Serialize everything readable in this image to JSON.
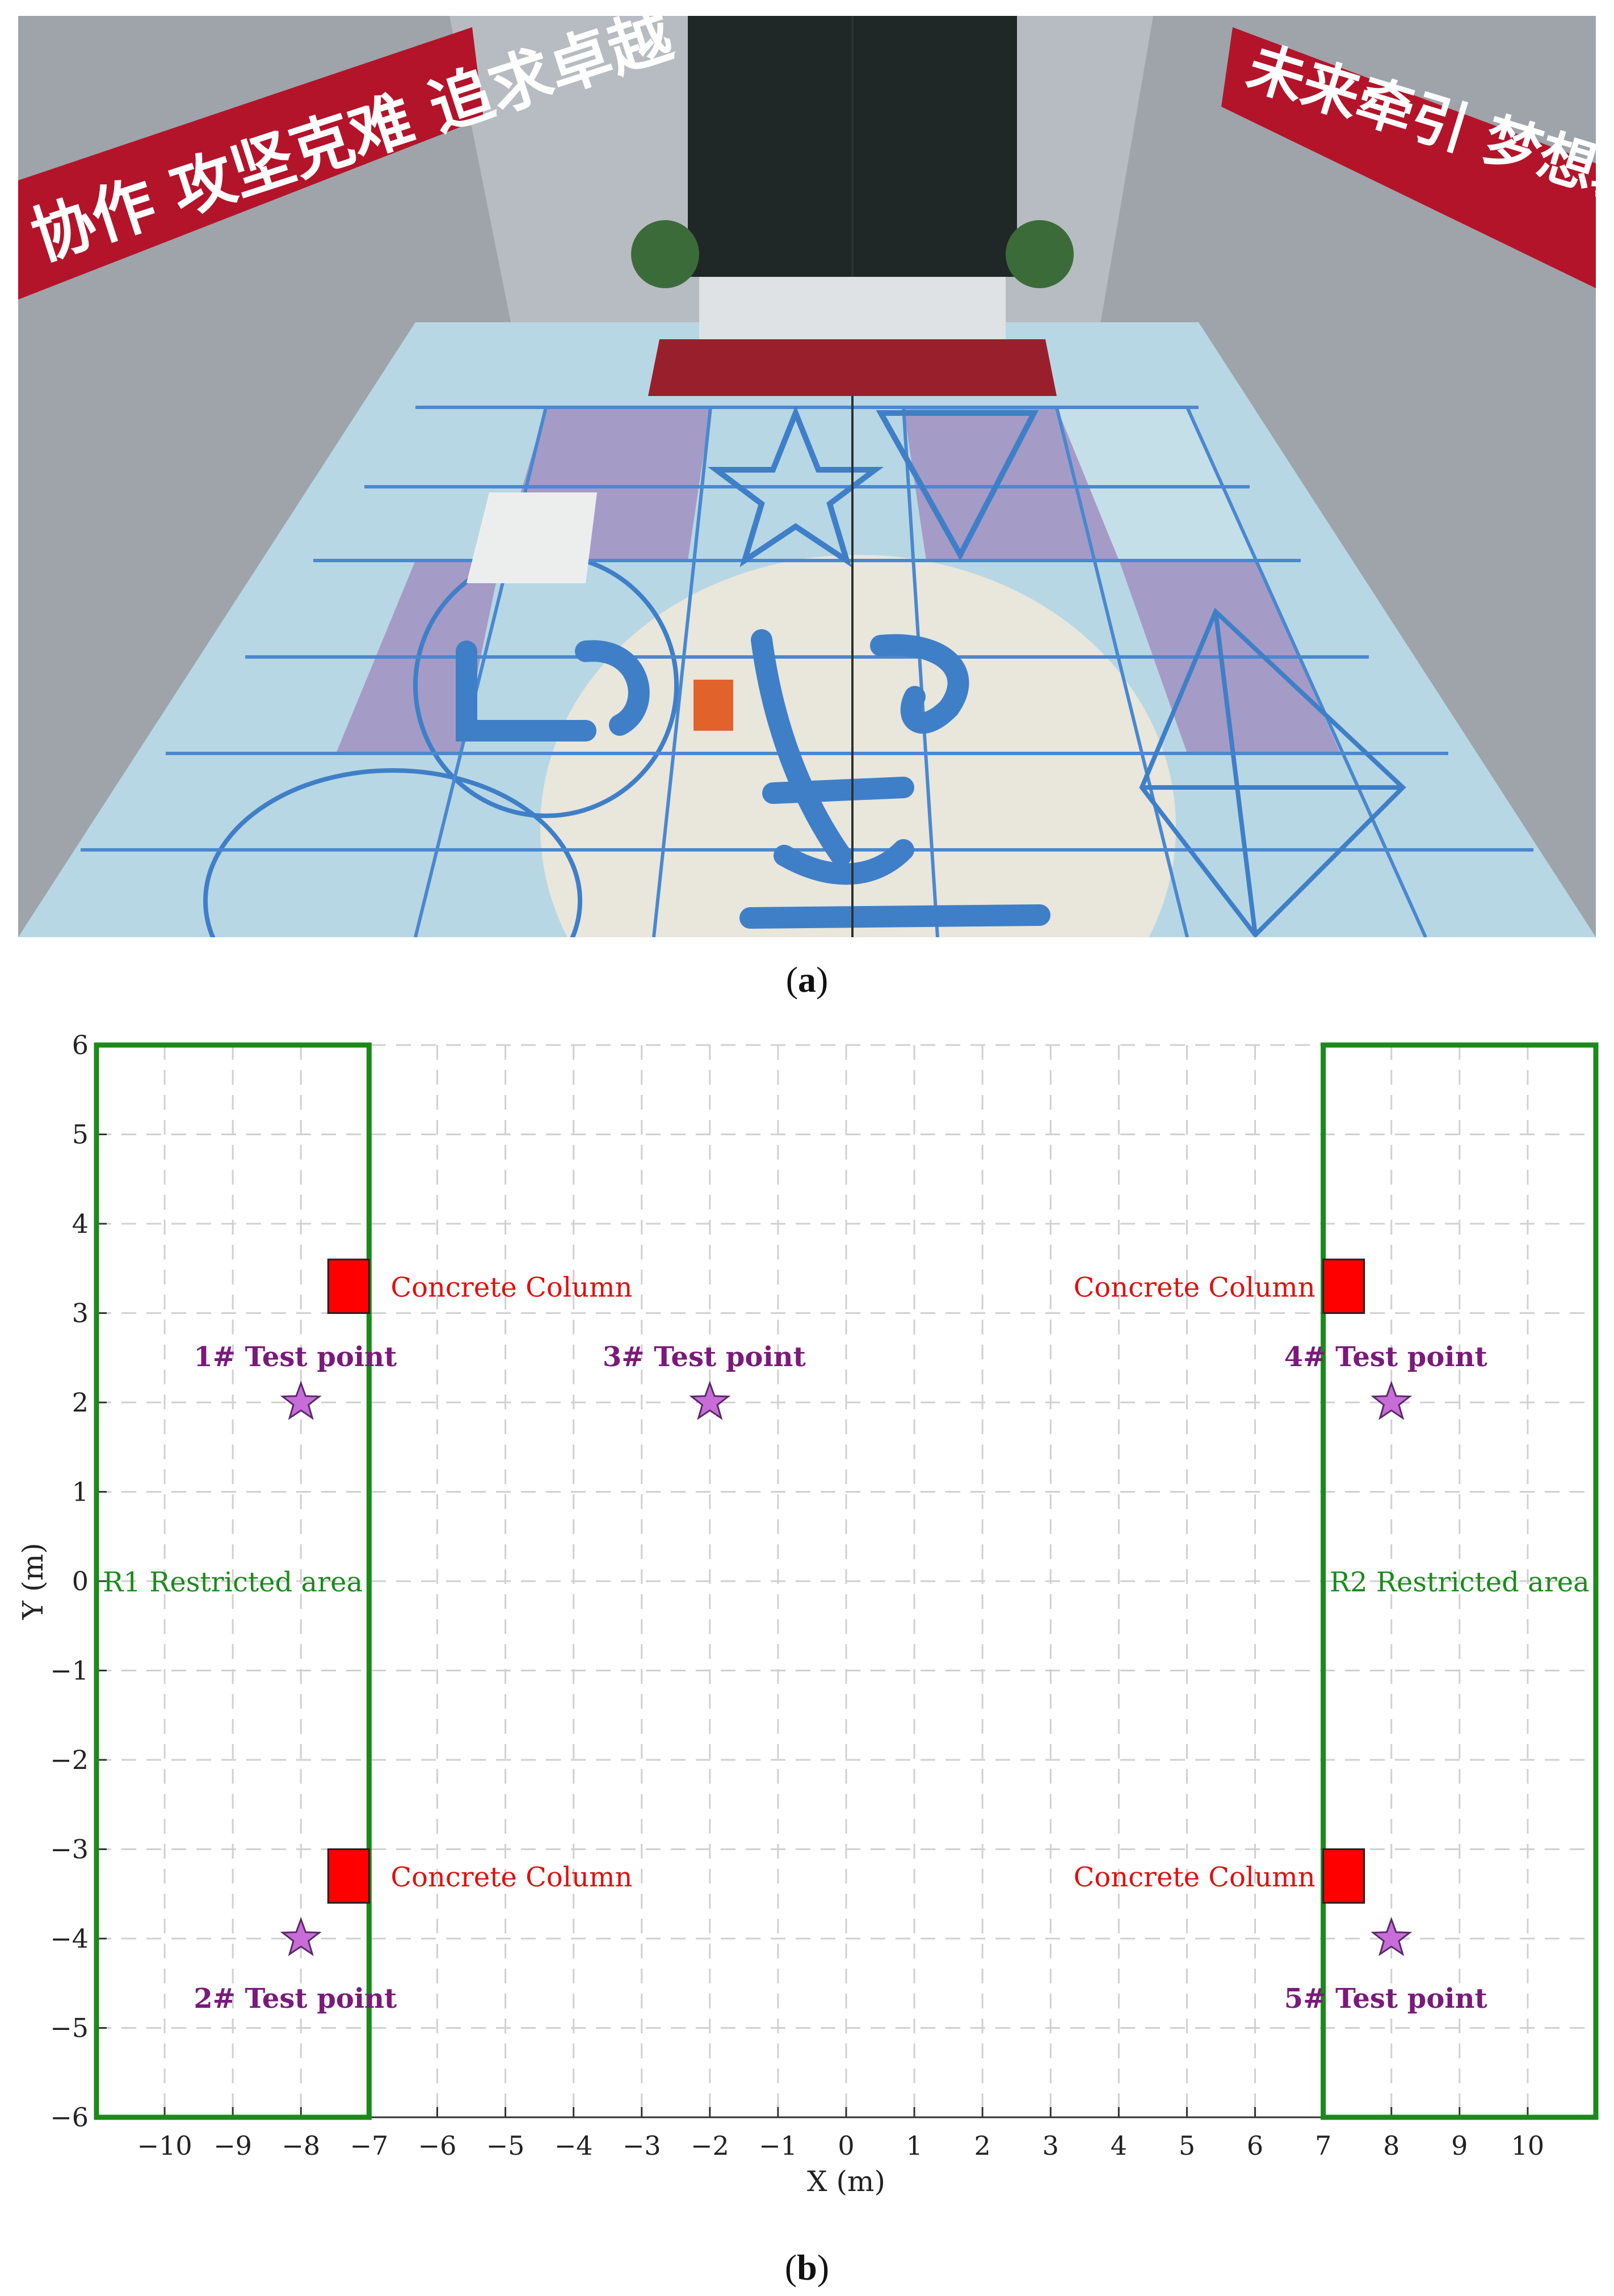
{
  "figure": {
    "caption_a": {
      "open": "(",
      "letter": "a",
      "close": ")"
    },
    "caption_b": {
      "open": "(",
      "letter": "b",
      "close": ")"
    }
  },
  "photo": {
    "left_banner": "协作  攻坚克难  追求卓越",
    "right_banner": "未来牵引  梦想驱动",
    "colors": {
      "floor_light": "#b8d7e4",
      "floor_purple": "#a59bc7",
      "circle": "#e9e6dc",
      "lines": "#3f7fc8",
      "banner": "#b3142a",
      "stage": "#9a1f2d",
      "screen": "#1f2826"
    }
  },
  "chart_data": {
    "type": "scatter",
    "xlabel": "X (m)",
    "ylabel": "Y (m)",
    "xlim": [
      -11,
      11
    ],
    "ylim": [
      -6,
      6
    ],
    "x_ticks": [
      -10,
      -9,
      -8,
      -7,
      -6,
      -5,
      -4,
      -3,
      -2,
      -1,
      0,
      1,
      2,
      3,
      4,
      5,
      6,
      7,
      8,
      9,
      10
    ],
    "y_ticks": [
      -6,
      -5,
      -4,
      -3,
      -2,
      -1,
      0,
      1,
      2,
      3,
      4,
      5,
      6
    ],
    "grid": true,
    "restricted_areas": [
      {
        "label": "R1 Restricted area",
        "x_range": [
          -11,
          -7
        ],
        "y_range": [
          -6,
          6
        ],
        "color": "#1b8a1b"
      },
      {
        "label": "R2 Restricted area",
        "x_range": [
          7,
          11
        ],
        "y_range": [
          -6,
          6
        ],
        "color": "#1b8a1b"
      }
    ],
    "columns": [
      {
        "label": "Concrete Column",
        "x_range": [
          -7.6,
          -7
        ],
        "y_range": [
          3,
          3.6
        ]
      },
      {
        "label": "Concrete Column",
        "x_range": [
          -7.6,
          -7
        ],
        "y_range": [
          -3.6,
          -3
        ]
      },
      {
        "label": "Concrete Column",
        "x_range": [
          7,
          7.6
        ],
        "y_range": [
          3,
          3.6
        ]
      },
      {
        "label": "Concrete Column",
        "x_range": [
          7,
          7.6
        ],
        "y_range": [
          -3.6,
          -3
        ]
      }
    ],
    "column_color": "#ff0000",
    "test_points": [
      {
        "label": "1# Test point",
        "x": -8,
        "y": 2
      },
      {
        "label": "2# Test point",
        "x": -8,
        "y": -4
      },
      {
        "label": "3# Test point",
        "x": -2,
        "y": 2
      },
      {
        "label": "4# Test point",
        "x": 8,
        "y": 2
      },
      {
        "label": "5# Test point",
        "x": 8,
        "y": -4
      }
    ],
    "point_color": "#c86dd7",
    "label_color": "#7a1a7a"
  }
}
